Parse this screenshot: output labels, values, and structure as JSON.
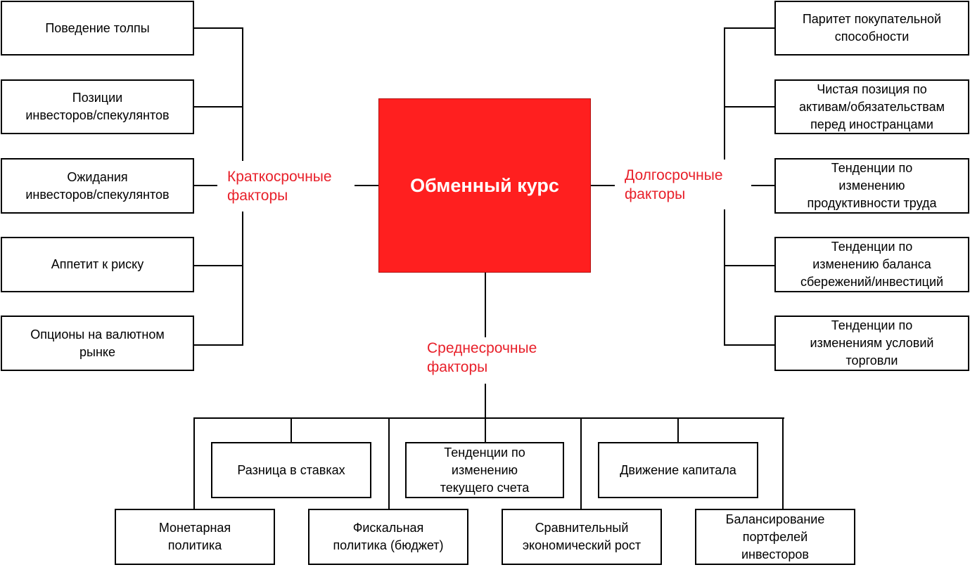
{
  "center": {
    "title": "Обменный курс"
  },
  "short_term": {
    "label": "Краткосрочные\nфакторы",
    "items": [
      "Поведение толпы",
      "Позиции\nинвесторов/спекулянтов",
      "Ожидания\nинвесторов/спекулянтов",
      "Аппетит к риску",
      "Опционы на валютном\nрынке"
    ]
  },
  "long_term": {
    "label": "Долгосрочные\nфакторы",
    "items": [
      "Паритет покупательной\nспособности",
      "Чистая позиция по\nактивам/обязательствам\nперед иностранцами",
      "Тенденции по\nизменению\nпродуктивности труда",
      "Тенденции по\nизменению баланса\nсбережений/инвестиций",
      "Тенденции по\nизменениям условий\nторговли"
    ]
  },
  "mid_term": {
    "label": "Среднесрочные\nфакторы",
    "upper": [
      "Разница в ставках",
      "Тенденции по\nизменению\nтекущего счета",
      "Движение капитала"
    ],
    "lower": [
      "Монетарная\nполитика",
      "Фискальная\nполитика (бюджет)",
      "Сравнительный\nэкономический рост",
      "Балансирование\nпортфелей\nинвесторов"
    ]
  },
  "colors": {
    "center_fill": "#ff1f1f",
    "label_text": "#e8202a"
  }
}
